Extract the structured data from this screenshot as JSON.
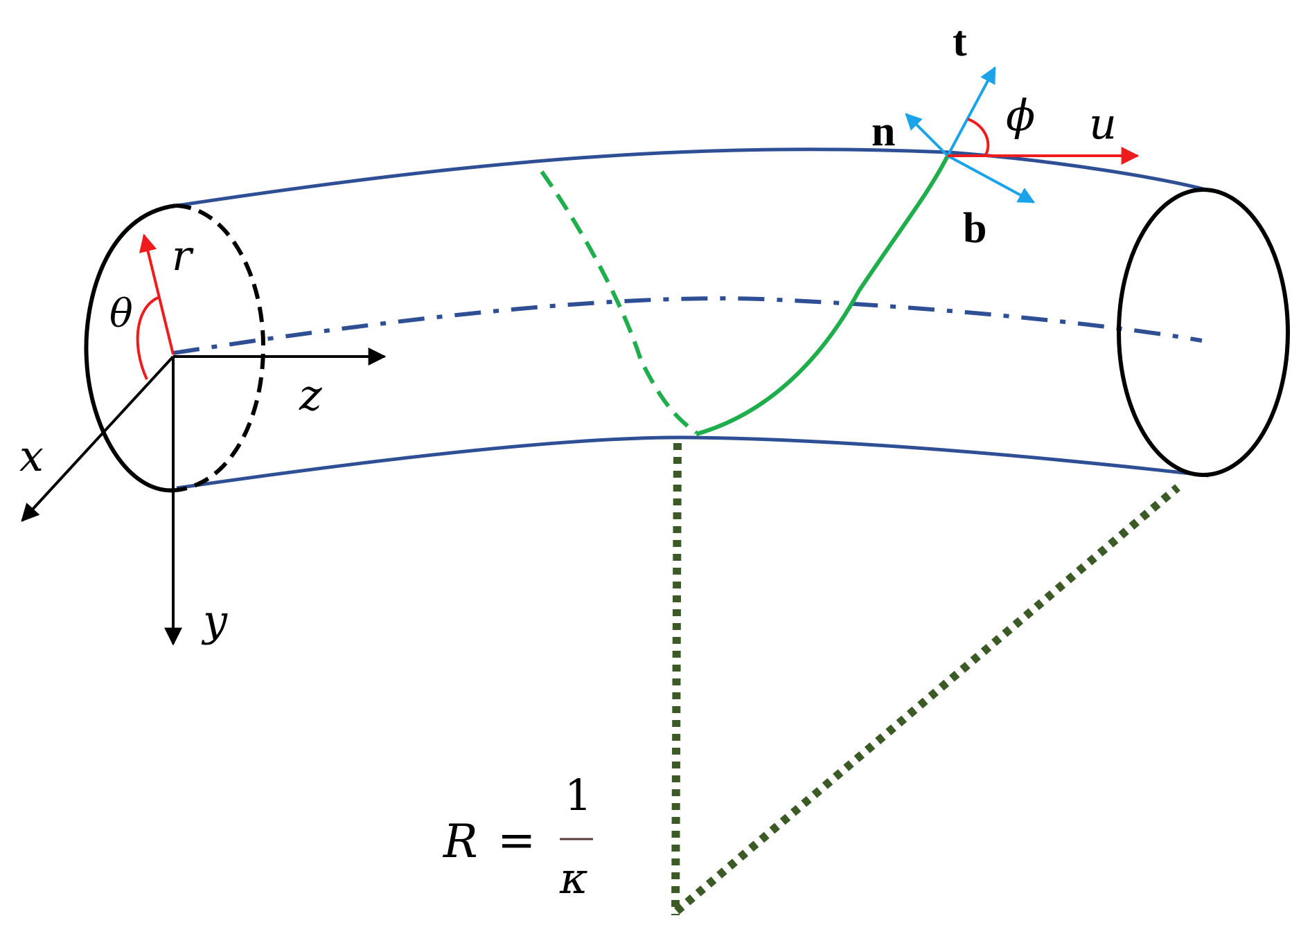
{
  "labels": {
    "r": "r",
    "theta": "θ",
    "z": "z",
    "x": "x",
    "y": "y",
    "t": "t",
    "n": "n",
    "b": "b",
    "phi": "ϕ",
    "u": "u",
    "R": "R",
    "equals": "=",
    "one": "1",
    "kappa": "κ"
  },
  "colors": {
    "tube_outline": "#2f4f95",
    "ring": "#000000",
    "helix": "#1fae4b",
    "frame_vectors": "#1aa3e8",
    "red_vectors": "#ee1c1c",
    "radius_dotted": "#3b5a26",
    "axes": "#000000"
  }
}
